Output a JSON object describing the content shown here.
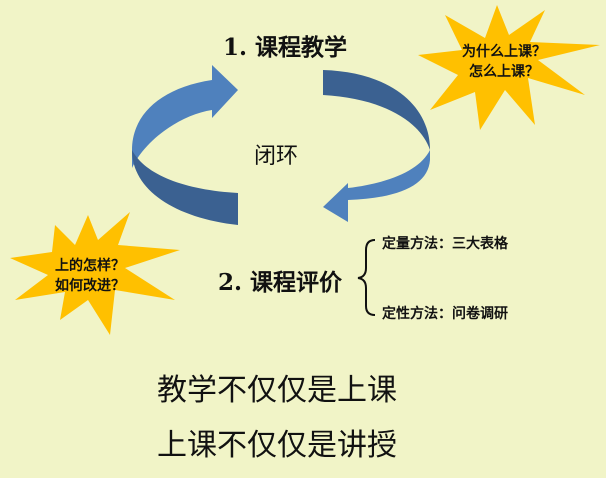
{
  "step1": "1. 课程教学",
  "step2": "2. 课程评价",
  "center": "闭环",
  "star_top": [
    "为什么上课？",
    "怎么上课？"
  ],
  "star_bottom": [
    "上的怎样？",
    "如何改进？"
  ],
  "methods": [
    "定量方法：三大表格",
    "定性方法：问卷调研"
  ],
  "statements": [
    "教学不仅仅是上课",
    "上课不仅仅是讲授"
  ],
  "colors": {
    "background": "#f1f4c7",
    "arrow_light": "#4f81bd",
    "arrow_dark": "#3b6191",
    "star": "#ffc000"
  }
}
